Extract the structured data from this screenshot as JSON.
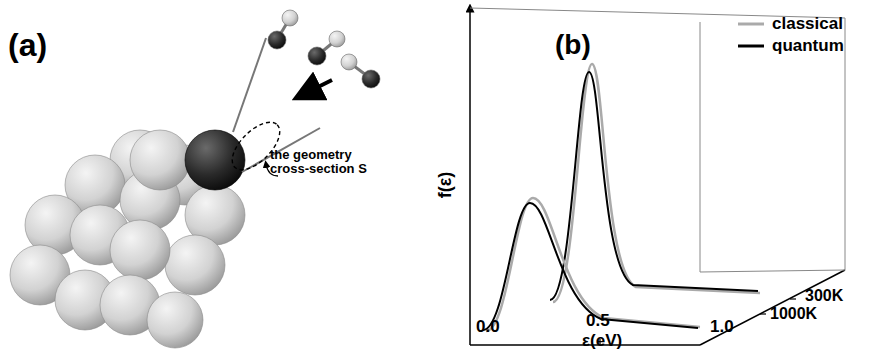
{
  "diagram": {
    "labels": [
      "(a)",
      "the geometry cross-section S",
      "(b)",
      "f(ε)",
      "0.0",
      "0.5",
      "ε(eV)",
      "1.0",
      "300K",
      "1000K"
    ],
    "legend": [
      {
        "text": "classical"
      },
      {
        "text": "quantum"
      }
    ]
  }
}
